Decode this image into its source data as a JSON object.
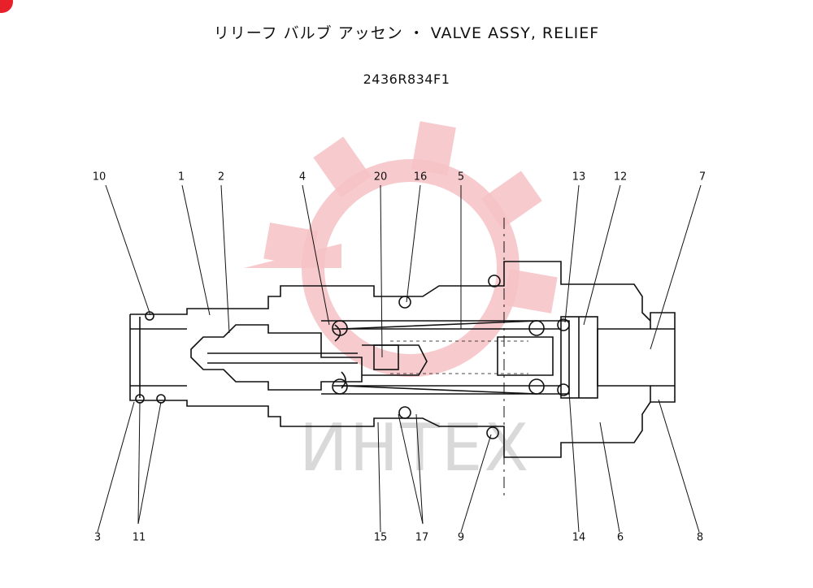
{
  "header": {
    "title": "リリーフ バルブ アッセン ・ VALVE ASSY, RELIEF",
    "part_number": "2436R834F1"
  },
  "watermark": {
    "text": "ИНТЕХ",
    "color": "#f2b3b8"
  },
  "callouts": [
    "10",
    "1",
    "2",
    "4",
    "20",
    "16",
    "5",
    "13",
    "12",
    "7",
    "3",
    "11",
    "15",
    "17",
    "9",
    "14",
    "6",
    "8"
  ]
}
